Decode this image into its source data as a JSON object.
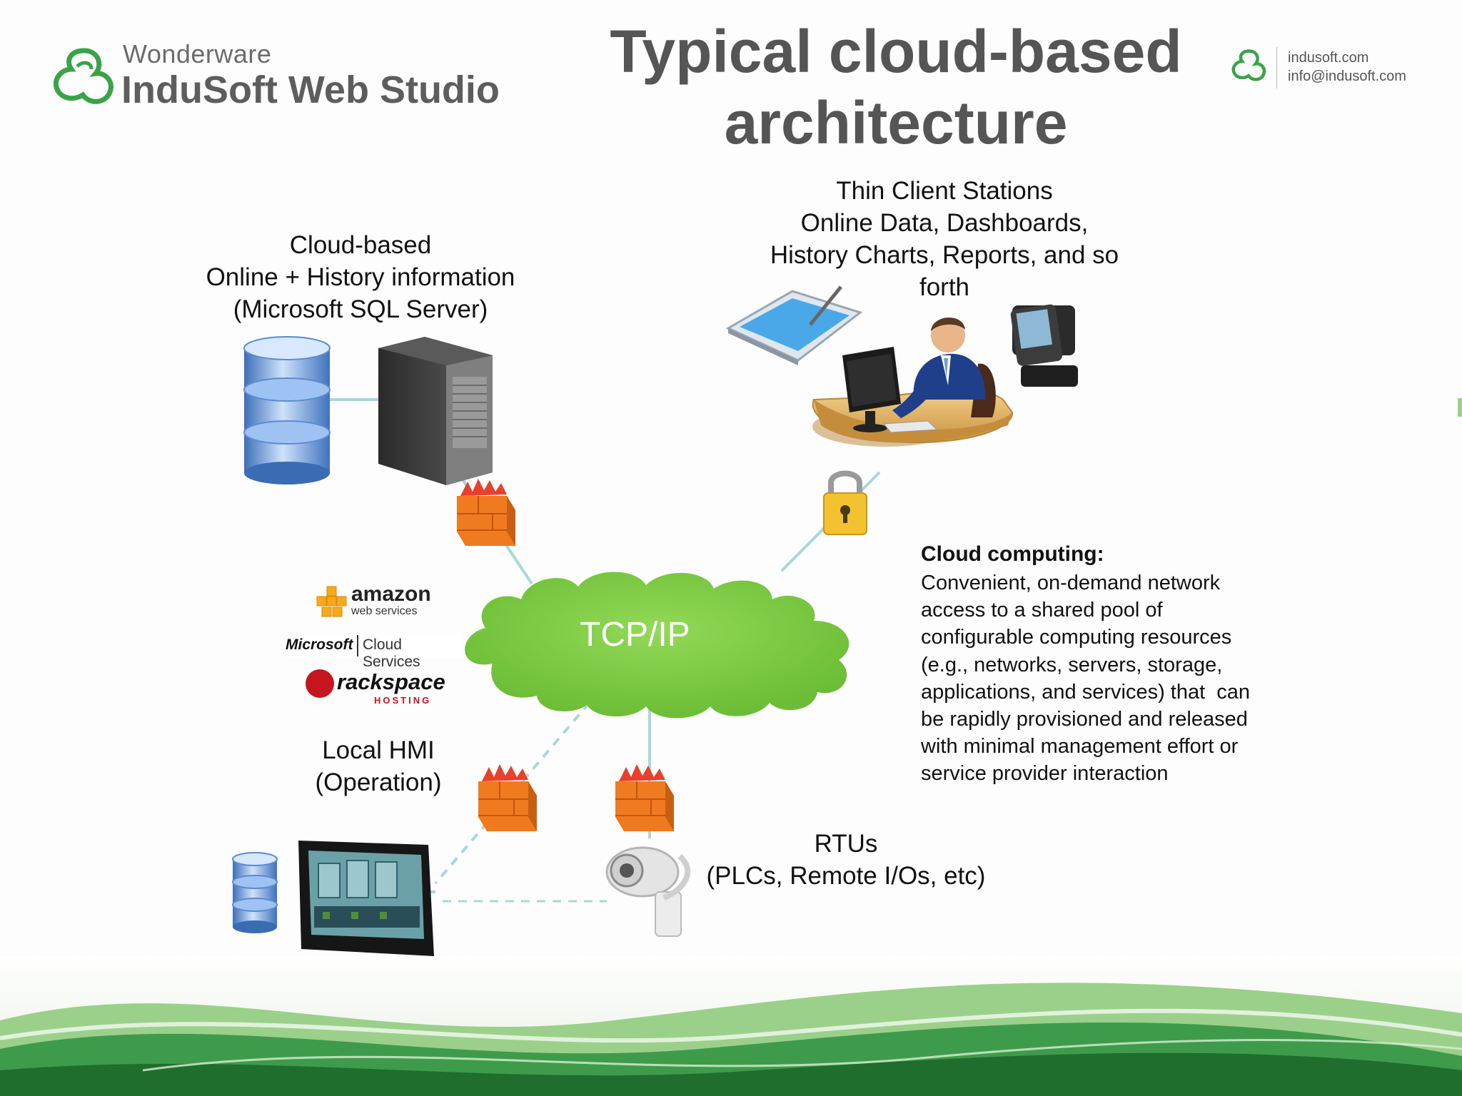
{
  "header": {
    "brand_small": "Wonderware",
    "brand_big": "InduSoft Web Studio",
    "title_line1": "Typical cloud-based",
    "title_line2": "architecture",
    "contact_site": "indusoft.com",
    "contact_email": "info@indusoft.com"
  },
  "nodes": {
    "cloud_db_label": [
      "Cloud-based",
      "Online + History information",
      "(Microsoft SQL Server)"
    ],
    "thin_client_label": [
      "Thin Client Stations",
      "Online Data, Dashboards,",
      "History Charts, Reports, and so",
      "forth"
    ],
    "network_label": "TCP/IP",
    "local_hmi_label": [
      "Local HMI",
      "(Operation)"
    ],
    "rtu_label": [
      "RTUs",
      "(PLCs, Remote I/Os, etc)"
    ]
  },
  "providers": {
    "amazon_main": "amazon",
    "amazon_sub": "web services",
    "microsoft_main": "Microsoft",
    "microsoft_sub": "Cloud Services",
    "rackspace_main": "rackspace",
    "rackspace_sub": "HOSTING"
  },
  "description": {
    "title": "Cloud computing:",
    "lines": [
      "Convenient, on-demand network",
      "access to a shared pool of",
      "configurable computing resources",
      "(e.g., networks, servers, storage,",
      "applications, and services) that  can",
      "be rapidly provisioned and released",
      "with minimal management effort or",
      "service provider interaction"
    ]
  },
  "colors": {
    "cloud_green": "#7ac943",
    "brand_green": "#3aa34a",
    "firewall_orange": "#f07a1f",
    "connector": "#a8d8d8",
    "title_gray": "#555555"
  },
  "icons": [
    "database-icon",
    "server-tower-icon",
    "firewall-icon",
    "padlock-icon",
    "tablet-icon",
    "pda-icon",
    "workstation-icon",
    "hmi-panel-icon",
    "rtu-camera-icon"
  ]
}
